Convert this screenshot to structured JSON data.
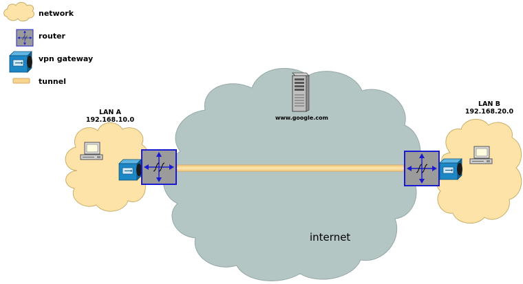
{
  "legend": {
    "network": "network",
    "router": "router",
    "vpn_gateway": "vpn gateway",
    "tunnel": "tunnel"
  },
  "lan_a": {
    "name": "LAN A",
    "subnet": "192.168.10.0"
  },
  "lan_b": {
    "name": "LAN B",
    "subnet": "192.168.20.0"
  },
  "server": {
    "label": "www.google.com"
  },
  "internet": {
    "label": "internet"
  },
  "colors": {
    "network_fill": "#fde3a7",
    "network_stroke": "#c8ad68",
    "internet_fill": "#b3c6c4",
    "internet_stroke": "#93a8a6",
    "router_fill": "#9b9b9b",
    "router_border": "#1a1ad0",
    "tunnel": "#f7d58f",
    "vpn_blue": "#1d86c4"
  }
}
